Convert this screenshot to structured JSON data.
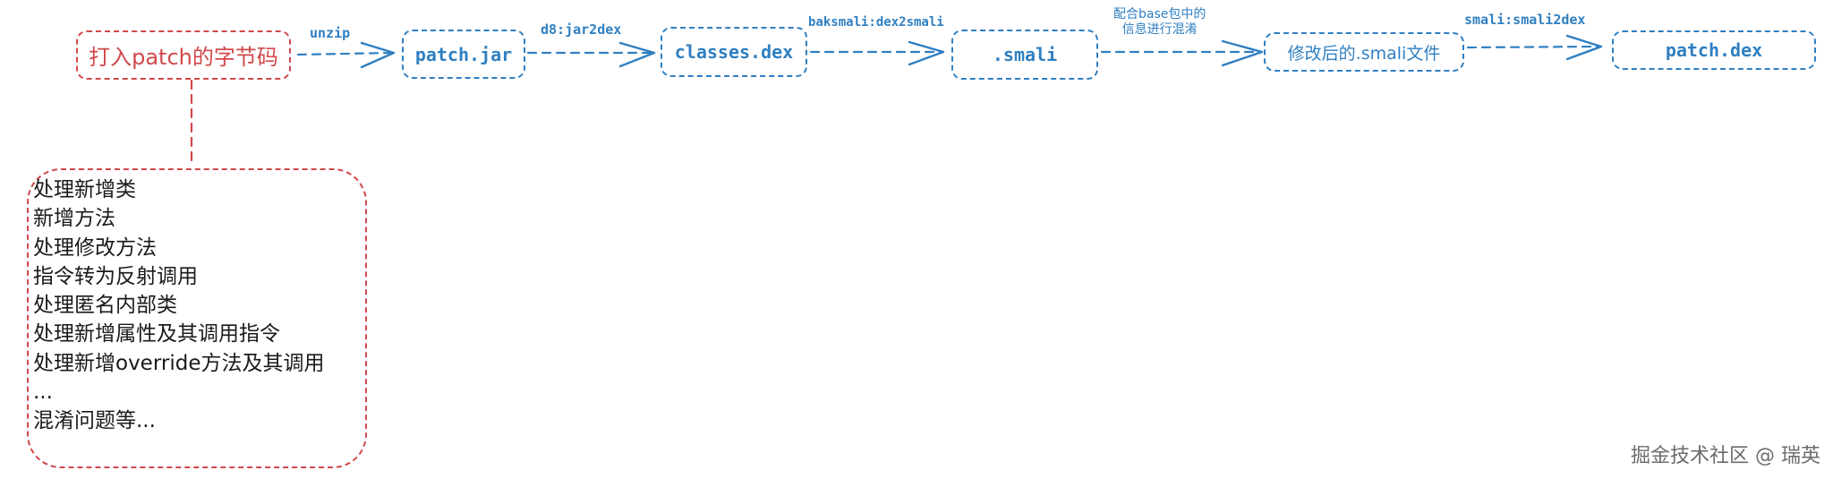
{
  "nodes": [
    {
      "id": "start",
      "label": "打入patch的字节码",
      "color": "#d1484a"
    },
    {
      "id": "jar",
      "label": "patch.jar",
      "color": "#2f7fc1"
    },
    {
      "id": "dex",
      "label": "classes.dex",
      "color": "#2f7fc1"
    },
    {
      "id": "smali",
      "label": ".smali",
      "color": "#2f7fc1"
    },
    {
      "id": "modified",
      "label": "修改后的.smali文件",
      "color": "#2f7fc1"
    },
    {
      "id": "patchdex",
      "label": "patch.dex",
      "color": "#2f7fc1"
    }
  ],
  "edges": [
    {
      "from": "start",
      "to": "jar",
      "label": "unzip"
    },
    {
      "from": "jar",
      "to": "dex",
      "label": "d8:jar2dex"
    },
    {
      "from": "dex",
      "to": "smali",
      "label": "baksmali:dex2smali"
    },
    {
      "from": "smali",
      "to": "modified",
      "label_lines": [
        "配合base包中的",
        "信息进行混淆"
      ]
    },
    {
      "from": "modified",
      "to": "patchdex",
      "label": "smali:smali2dex"
    }
  ],
  "notes": [
    "处理新增类",
    "新增方法",
    "处理修改方法",
    "指令转为反射调用",
    "处理匿名内部类",
    "处理新增属性及其调用指令",
    "处理新增override方法及其调用",
    "...",
    "混淆问题等..."
  ],
  "watermark": "掘金技术社区 @ 瑞英",
  "colors": {
    "blue": "#2f7fc1",
    "red": "#d1484a",
    "text": "#1a1a1a"
  }
}
